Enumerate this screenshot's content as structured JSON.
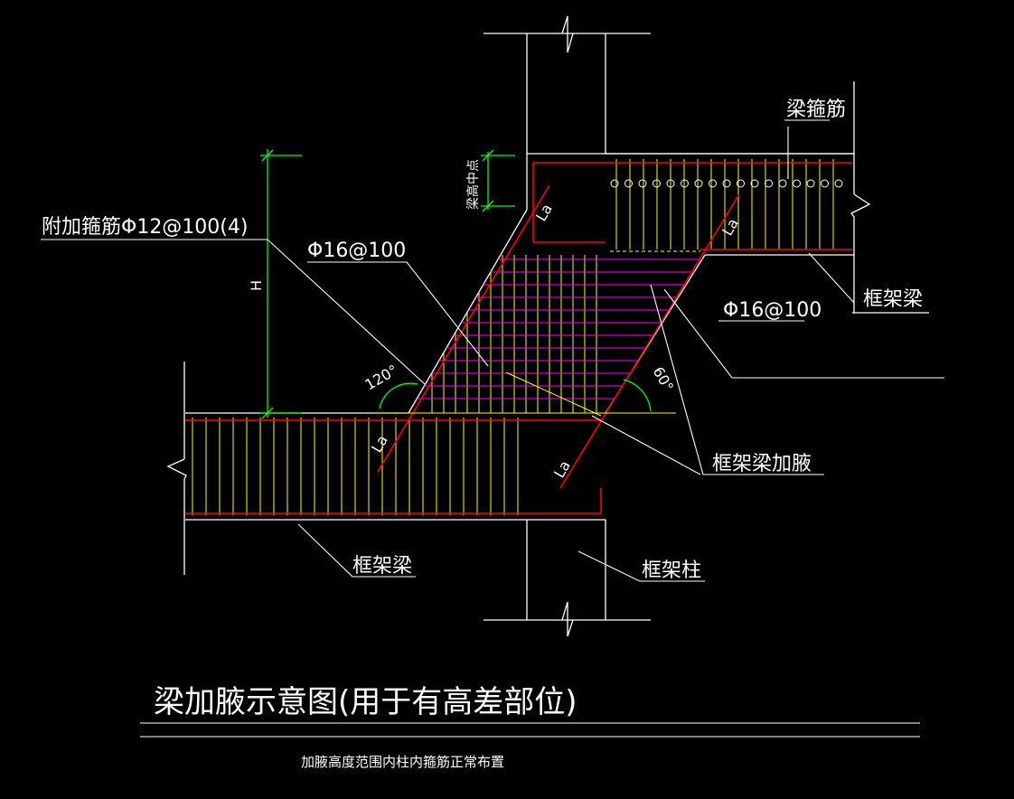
{
  "colors": {
    "background": "#000000",
    "outline": "#ffffff",
    "stirrup": "#ffff00",
    "haunch_stirrup": "#ff00ff",
    "main_rebar": "#ff0000",
    "dimension": "#00ff00"
  },
  "labels": {
    "beam_stirrup": "梁箍筋",
    "frame_beam_right": "框架梁",
    "frame_beam_left": "框架梁",
    "frame_column": "框架柱",
    "haunch": "框架梁加腋",
    "additional_stirrup": "附加箍筋Φ12@100(4)",
    "rebar_left": "Φ16@100",
    "rebar_right": "Φ16@100",
    "beam_center": "梁高中点",
    "height": "H",
    "angle_120": "120°",
    "angle_60": "60°",
    "la_1": "La",
    "la_2": "La",
    "la_3": "La",
    "la_4": "La"
  },
  "title": "梁加腋示意图(用于有高差部位)",
  "note": "加腋高度范围内柱内箍筋正常布置"
}
